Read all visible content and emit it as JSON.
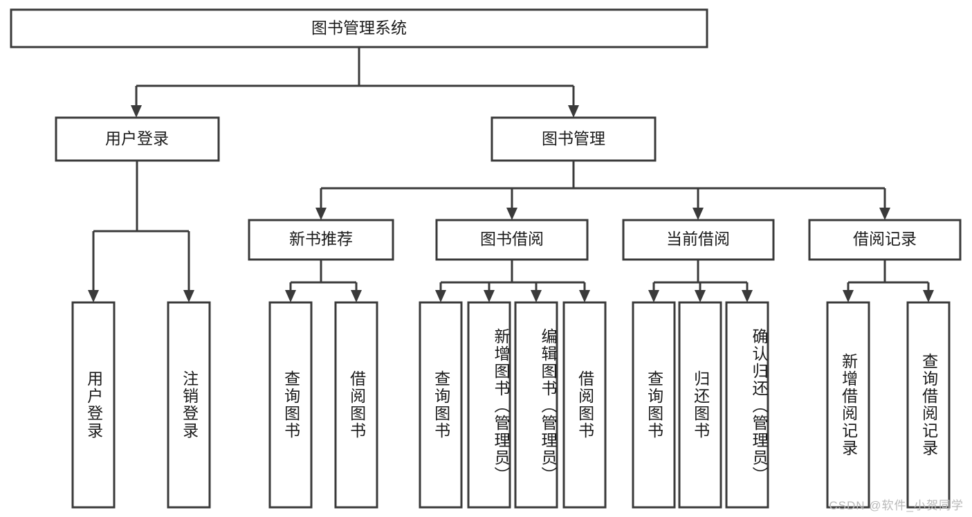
{
  "diagram": {
    "title": "图书管理系统",
    "type": "tree-hierarchy-chart",
    "root": {
      "id": "root",
      "label": "图书管理系统"
    },
    "level2": [
      {
        "id": "user-login",
        "label": "用户登录"
      },
      {
        "id": "book-management",
        "label": "图书管理"
      }
    ],
    "level3": [
      {
        "id": "new-book-recommend",
        "label": "新书推荐",
        "parent": "book-management"
      },
      {
        "id": "book-borrow",
        "label": "图书借阅",
        "parent": "book-management"
      },
      {
        "id": "current-borrow",
        "label": "当前借阅",
        "parent": "book-management"
      },
      {
        "id": "borrow-record",
        "label": "借阅记录",
        "parent": "book-management"
      }
    ],
    "leaves": {
      "user-login": [
        {
          "id": "leaf-user-login",
          "label": "用户登录"
        },
        {
          "id": "leaf-logout-login",
          "label": "注销登录"
        }
      ],
      "new-book-recommend": [
        {
          "id": "leaf-query-book-1",
          "label": "查询图书"
        },
        {
          "id": "leaf-borrow-book-1",
          "label": "借阅图书"
        }
      ],
      "book-borrow": [
        {
          "id": "leaf-query-book-2",
          "label": "查询图书"
        },
        {
          "id": "leaf-add-book",
          "label": "新增图书（管理员）"
        },
        {
          "id": "leaf-edit-book",
          "label": "编辑图书（管理员）"
        },
        {
          "id": "leaf-borrow-book-2",
          "label": "借阅图书"
        }
      ],
      "current-borrow": [
        {
          "id": "leaf-query-book-3",
          "label": "查询图书"
        },
        {
          "id": "leaf-return-book",
          "label": "归还图书"
        },
        {
          "id": "leaf-confirm-return",
          "label": "确认归还（管理员）"
        }
      ],
      "borrow-record": [
        {
          "id": "leaf-add-record",
          "label": "新增借阅记录"
        },
        {
          "id": "leaf-query-record",
          "label": "查询借阅记录"
        }
      ]
    }
  },
  "watermark": {
    "text": "CSDN @软件_小贺同学"
  },
  "colors": {
    "box_stroke": "#3a3a3a",
    "box_fill": "#ffffff",
    "text": "#1a1a1a",
    "watermark": "#b9b9b9",
    "background": "#ffffff"
  }
}
